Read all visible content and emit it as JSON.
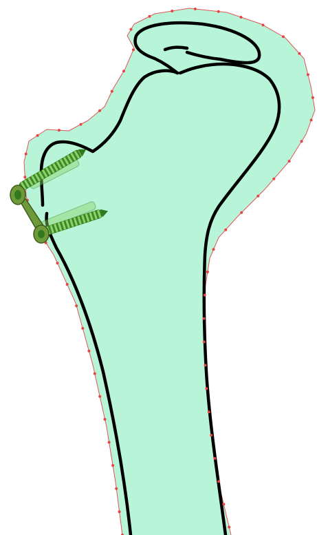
{
  "colors": {
    "background": "#ffffff",
    "bone_fill": "#b8f5d8",
    "outline_stroke": "#000000",
    "contour_line": "#e05555",
    "control_point": "#e64545",
    "screw_dark": "#2f7a1e",
    "screw_light": "#8ed26a",
    "washer": "#6f9a3a",
    "washer_edge": "#3c5b1c"
  },
  "diagram": {
    "subject": "bone-cross-section",
    "implant": {
      "screw_count": 2,
      "components": [
        "screw",
        "washer-plate"
      ]
    },
    "icons": [
      "screw-icon",
      "washer-icon",
      "control-point-icon"
    ]
  }
}
